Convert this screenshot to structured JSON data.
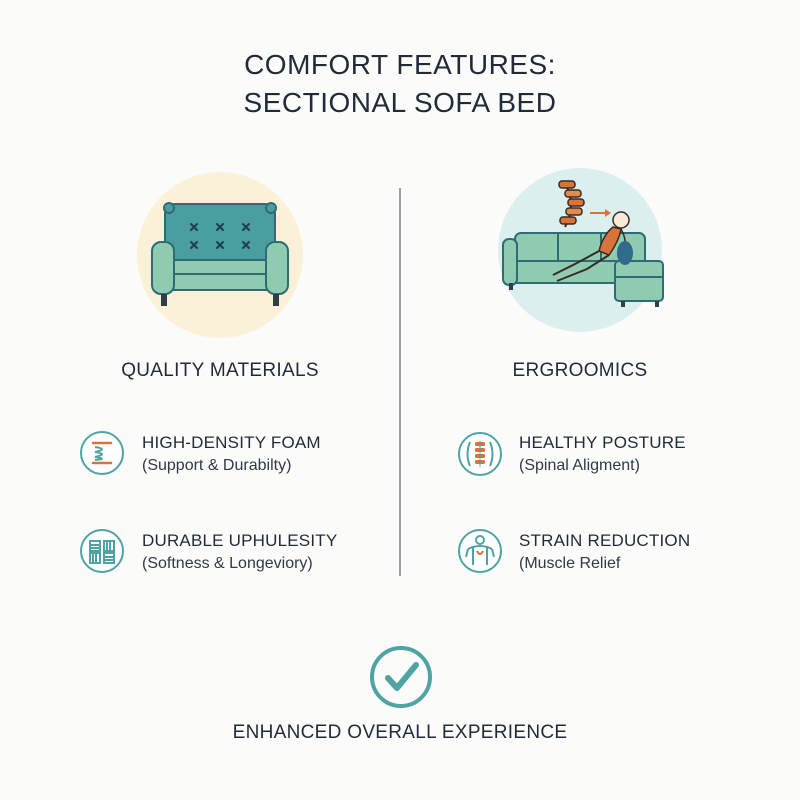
{
  "title": {
    "line1": "COMFORT FEATURES:",
    "line2": "SECTIONAL SOFA BED"
  },
  "left": {
    "heading": "QUALITY MATERIALS",
    "hero_icon": "sofa-icon",
    "features": [
      {
        "title": "HIGH-DENSITY FOAM",
        "subtitle": "(Support & Durabilty)",
        "icon": "foam-spring-icon"
      },
      {
        "title": "DURABLE UPHULESITY",
        "subtitle": "(Softness & Longeviory)",
        "icon": "fabric-weave-icon"
      }
    ]
  },
  "right": {
    "heading": "ERGROOMICS",
    "hero_icon": "reclining-person-sectional-icon",
    "features": [
      {
        "title": "HEALTHY POSTURE",
        "subtitle": "(Spinal Aligment)",
        "icon": "spine-icon"
      },
      {
        "title": "STRAIN REDUCTION",
        "subtitle": "(Muscle Relief",
        "icon": "muscle-relief-icon"
      }
    ]
  },
  "footer": {
    "label": "ENHANCED OVERALL EXPERIENCE",
    "icon": "checkmark-icon"
  },
  "colors": {
    "teal": "#4fa3a3",
    "sofa_green": "#8fcbb0",
    "cushion_teal": "#4b9ea0",
    "spine_orange": "#d9733a",
    "cream_circle": "#fbf1d9",
    "mint_circle": "#dcefef",
    "text": "#1f2b38"
  }
}
